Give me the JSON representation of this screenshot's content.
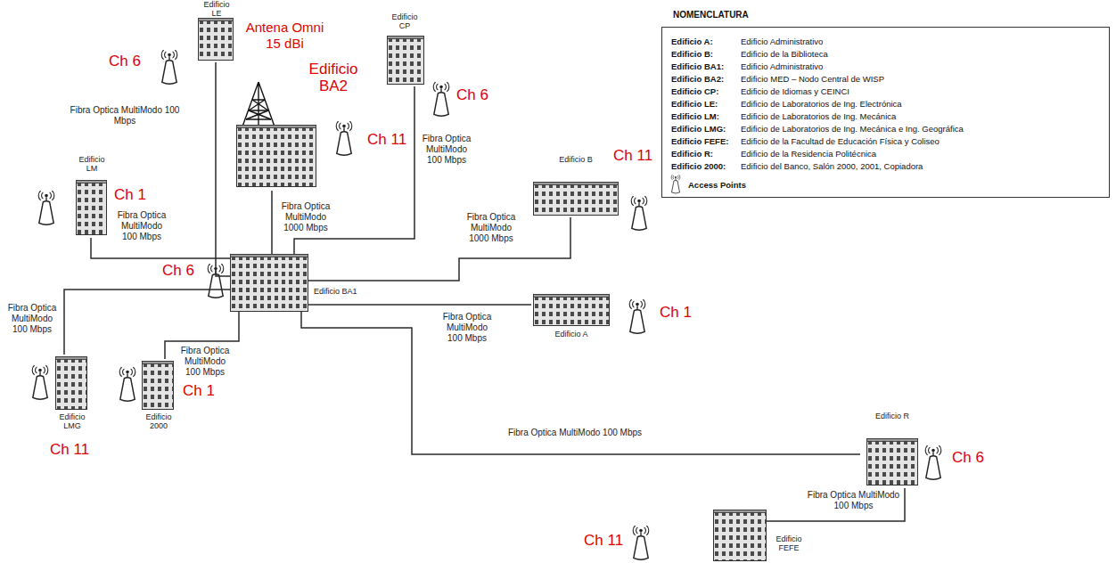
{
  "diagram": {
    "nodes": [
      {
        "text": [
          "Edificio LE"
        ]
      },
      {
        "text": [
          "Edificio BA2"
        ]
      },
      {
        "text": [
          "Edificio CP"
        ]
      },
      {
        "text": [
          "Edificio LM"
        ]
      },
      {
        "text": [
          "Edificio B"
        ]
      },
      {
        "text": [
          "Edificio BA1"
        ]
      },
      {
        "text": [
          "Edificio A"
        ]
      },
      {
        "text": [
          "Edificio LMG"
        ]
      },
      {
        "text": [
          "Edificio 2000"
        ]
      },
      {
        "text": [
          "Edificio R"
        ]
      },
      {
        "text": [
          "Edificio FEFE"
        ]
      },
      {
        "text": [
          "NOMENCLATURA",
          "Edificio A:",
          "Edificio Administrativo",
          "Edificio B:",
          "Edificio de la Biblioteca",
          "Edificio BA1:",
          "Edificio Administrativo",
          "Edificio BA2:",
          "Edificio MED – Nodo Central de WISP",
          "Edificio CP:",
          "Edificio de Idiomas y CEINCI",
          "Edificio LE:",
          "Edificio de Laboratorios de Ing. Electrónica",
          "Edificio LM:",
          "Edificio de Laboratorios de Ing. Mecánica",
          "Edificio LMG:",
          "Edificio de Laboratorios de Ing. Mecánica e Ing. Geográfica",
          "Edificio FEFE:",
          "Edificio de la Facultad de Educación Física y Coliseo",
          "Edificio R:",
          "Edificio de la Residencia Politécnica",
          "Edificio 2000:",
          "Edificio del Banco, Salón 2000, 2001, Copiadora"
        ]
      }
    ],
    "edges": [
      {
        "from": 0,
        "to": 5,
        "label": "Fibra Optica MultiModo 100 Mbps",
        "arrow": "none"
      },
      {
        "from": 3,
        "to": 5,
        "label": "Fibra Optica MultiModo 100 Mbps",
        "arrow": "none"
      },
      {
        "from": 1,
        "to": 5,
        "label": "Fibra Optica MultiModo 1000 Mbps",
        "arrow": "none"
      },
      {
        "from": 2,
        "to": 5,
        "label": "Fibra Optica MultiModo 100 Mbps",
        "arrow": "none"
      },
      {
        "from": 5,
        "to": 4,
        "label": "Fibra Optica MultiModo 1000 Mbps",
        "arrow": "none"
      },
      {
        "from": 5,
        "to": 6,
        "label": "Fibra Optica MultiModo 100 Mbps",
        "arrow": "none"
      },
      {
        "from": 5,
        "to": 7,
        "label": "Fibra Optica MultiModo 100 Mbps",
        "arrow": "none"
      },
      {
        "from": 5,
        "to": 8,
        "label": "Fibra Optica MultiModo 100 Mbps",
        "arrow": "none"
      },
      {
        "from": 5,
        "to": 9,
        "label": "Fibra Optica MultiModo 100 Mbps",
        "arrow": "none"
      },
      {
        "from": 9,
        "to": 10,
        "label": "Fibra Optica MultiModo 100 Mbps",
        "arrow": "none"
      }
    ],
    "labels": [
      "Antena Omni 15 dBi",
      "Ch 6",
      "Ch 11",
      "Ch 6",
      "Ch 1",
      "Ch 11",
      "Ch 6",
      "Ch 1",
      "Ch 11",
      "Ch 1",
      "Ch 6",
      "Ch 11"
    ],
    "legend": [
      {
        "text": "Access Points"
      }
    ]
  }
}
